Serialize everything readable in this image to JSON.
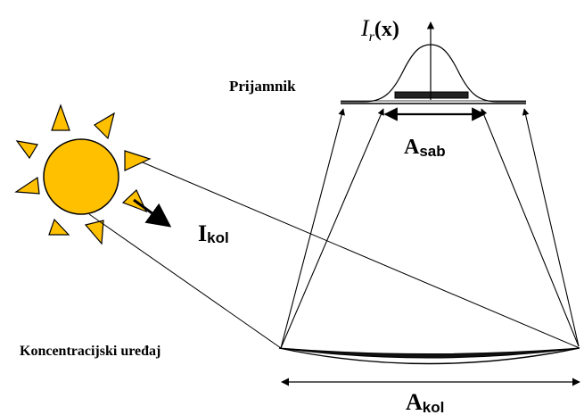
{
  "labels": {
    "intensity_main": "I",
    "intensity_sub": "r",
    "intensity_arg": "(x)",
    "receiver": "Prijamnik",
    "absorber_area_main": "A",
    "absorber_area_sub": "sab",
    "collector_intensity_main": "I",
    "collector_intensity_sub": "kol",
    "concentrator": "Koncentracijski uređaj",
    "collector_area_main": "A",
    "collector_area_sub": "kol"
  },
  "colors": {
    "sun_fill": "#FFC000",
    "sun_ray_fill": "#FFC000",
    "outline": "#000000",
    "background": "#FFFFFF"
  },
  "icons": {
    "sun": "sun-icon",
    "flux_arrow": "arrow-icon"
  }
}
